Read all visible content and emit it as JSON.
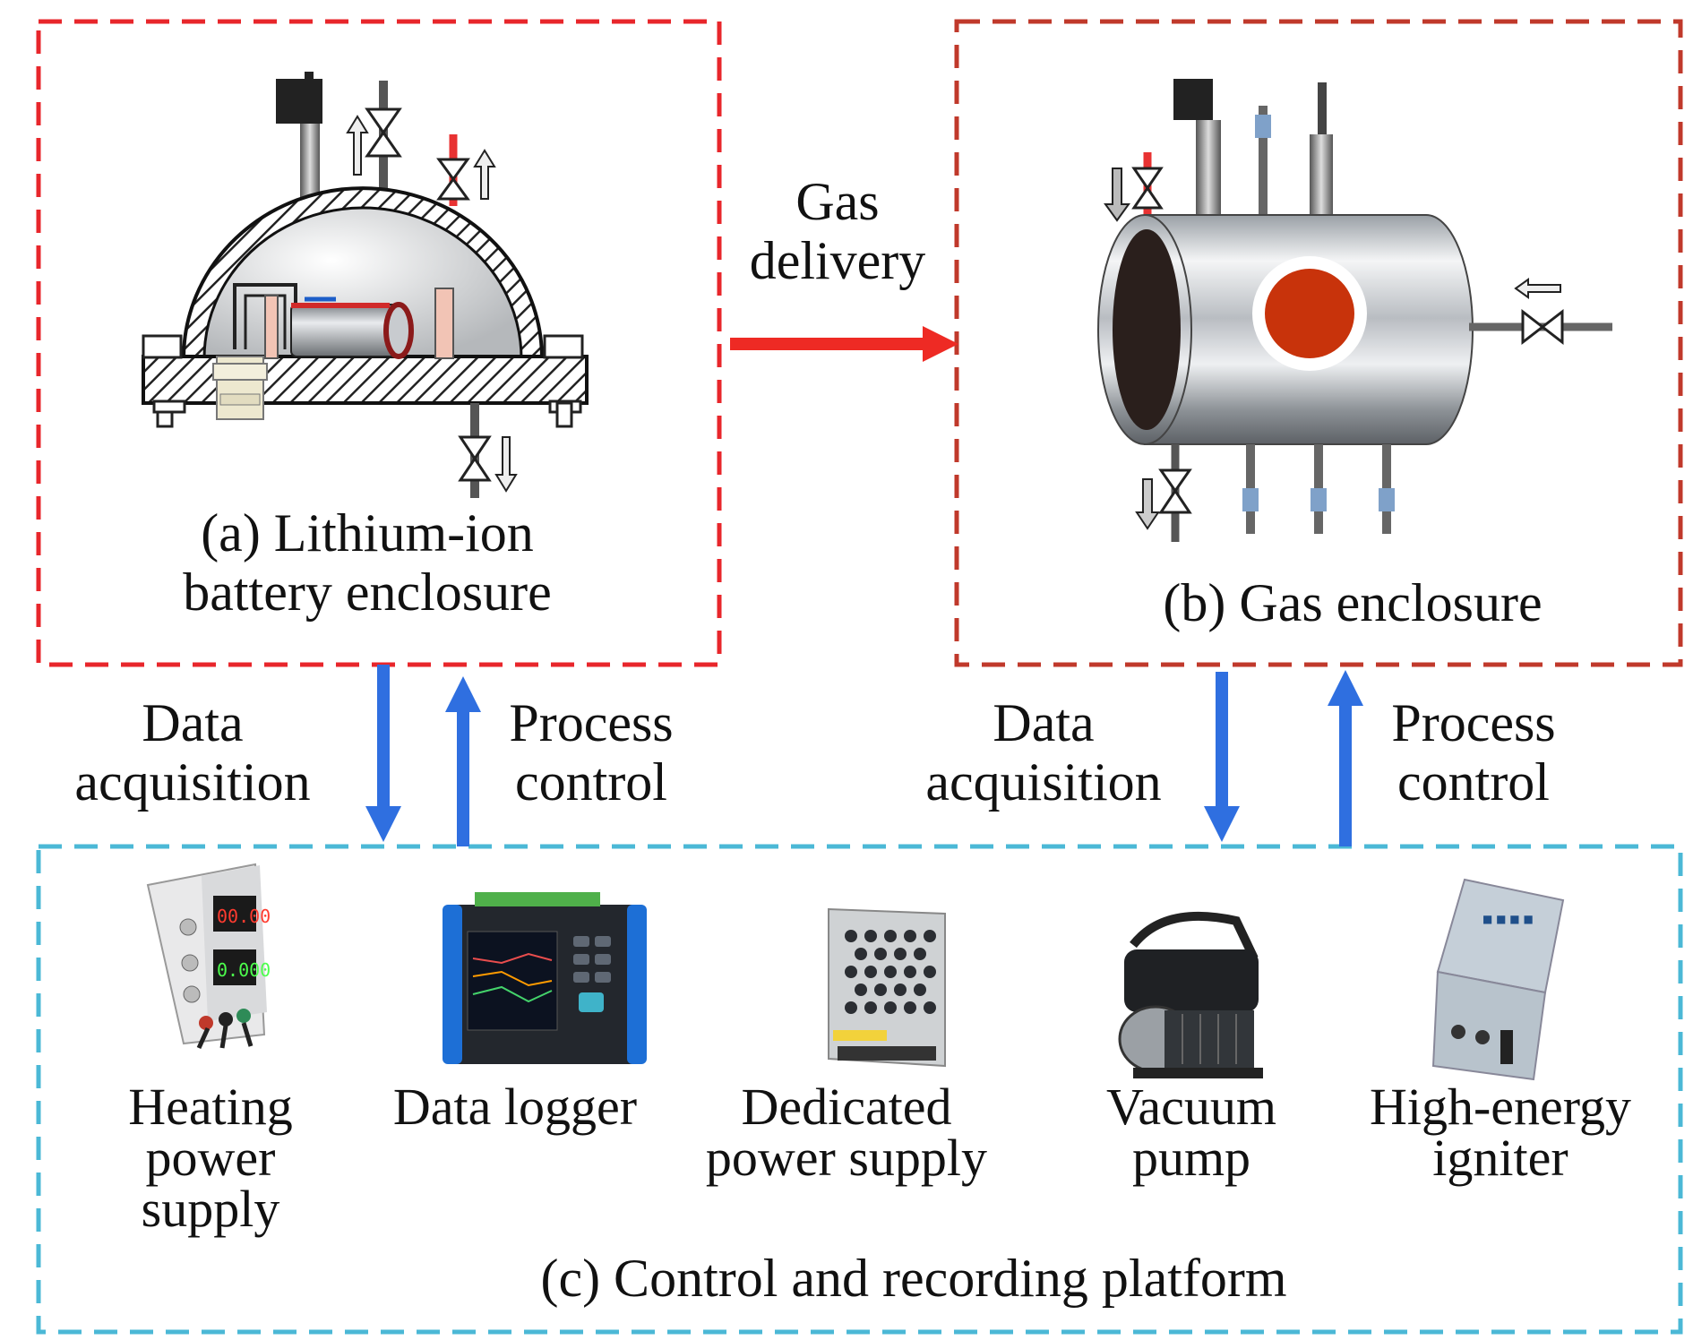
{
  "enclosures": {
    "battery": {
      "label_line1": "(a) Lithium-ion",
      "label_line2": "battery enclosure",
      "border_color": "#e8262b"
    },
    "gas": {
      "label": "(b) Gas enclosure",
      "border_color": "#c0392b"
    },
    "platform": {
      "label": "(c) Control and recording platform",
      "border_color": "#4bb8d6"
    }
  },
  "arrows": {
    "gas_delivery": {
      "line1": "Gas",
      "line2": "delivery",
      "color": "#ee2a24"
    },
    "left_data": {
      "line1": "Data",
      "line2": "acquisition"
    },
    "left_process": {
      "line1": "Process",
      "line2": "control"
    },
    "right_data": {
      "line1": "Data",
      "line2": "acquisition"
    },
    "right_process": {
      "line1": "Process",
      "line2": "control"
    },
    "flow_color": "#2f6fe0"
  },
  "devices": [
    {
      "line1": "Heating",
      "line2": "power",
      "line3": "supply"
    },
    {
      "line1": "Data logger"
    },
    {
      "line1": "Dedicated",
      "line2": "power supply"
    },
    {
      "line1": "Vacuum",
      "line2": "pump"
    },
    {
      "line1": "High-energy",
      "line2": "igniter"
    }
  ]
}
